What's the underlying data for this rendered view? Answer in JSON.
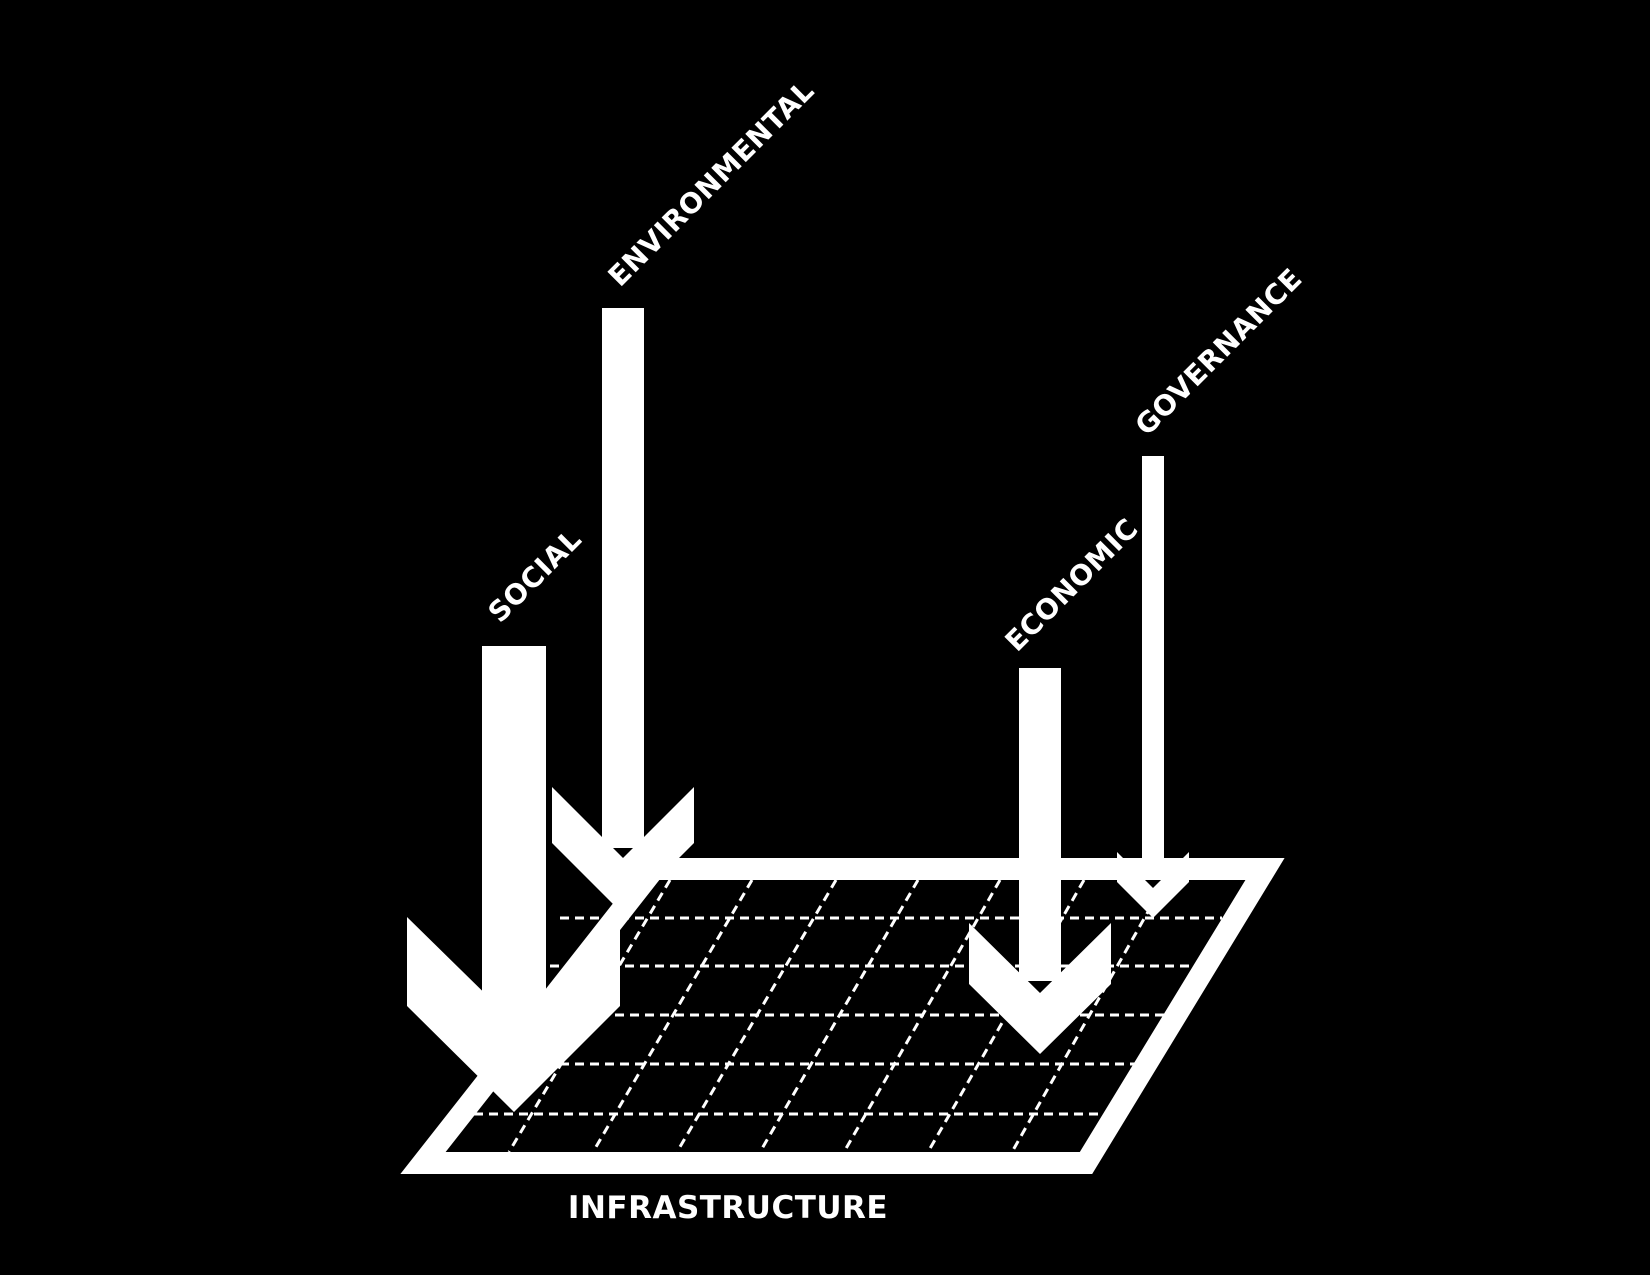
{
  "diagram": {
    "background_color": "#000000",
    "foreground_color": "#ffffff",
    "base_label": "INFRASTRUCTURE",
    "pillars": [
      {
        "id": "social",
        "label": "SOCIAL"
      },
      {
        "id": "environmental",
        "label": "ENVIRONMENTAL"
      },
      {
        "id": "economic",
        "label": "ECONOMIC"
      },
      {
        "id": "governance",
        "label": "GOVERNANCE"
      }
    ]
  }
}
